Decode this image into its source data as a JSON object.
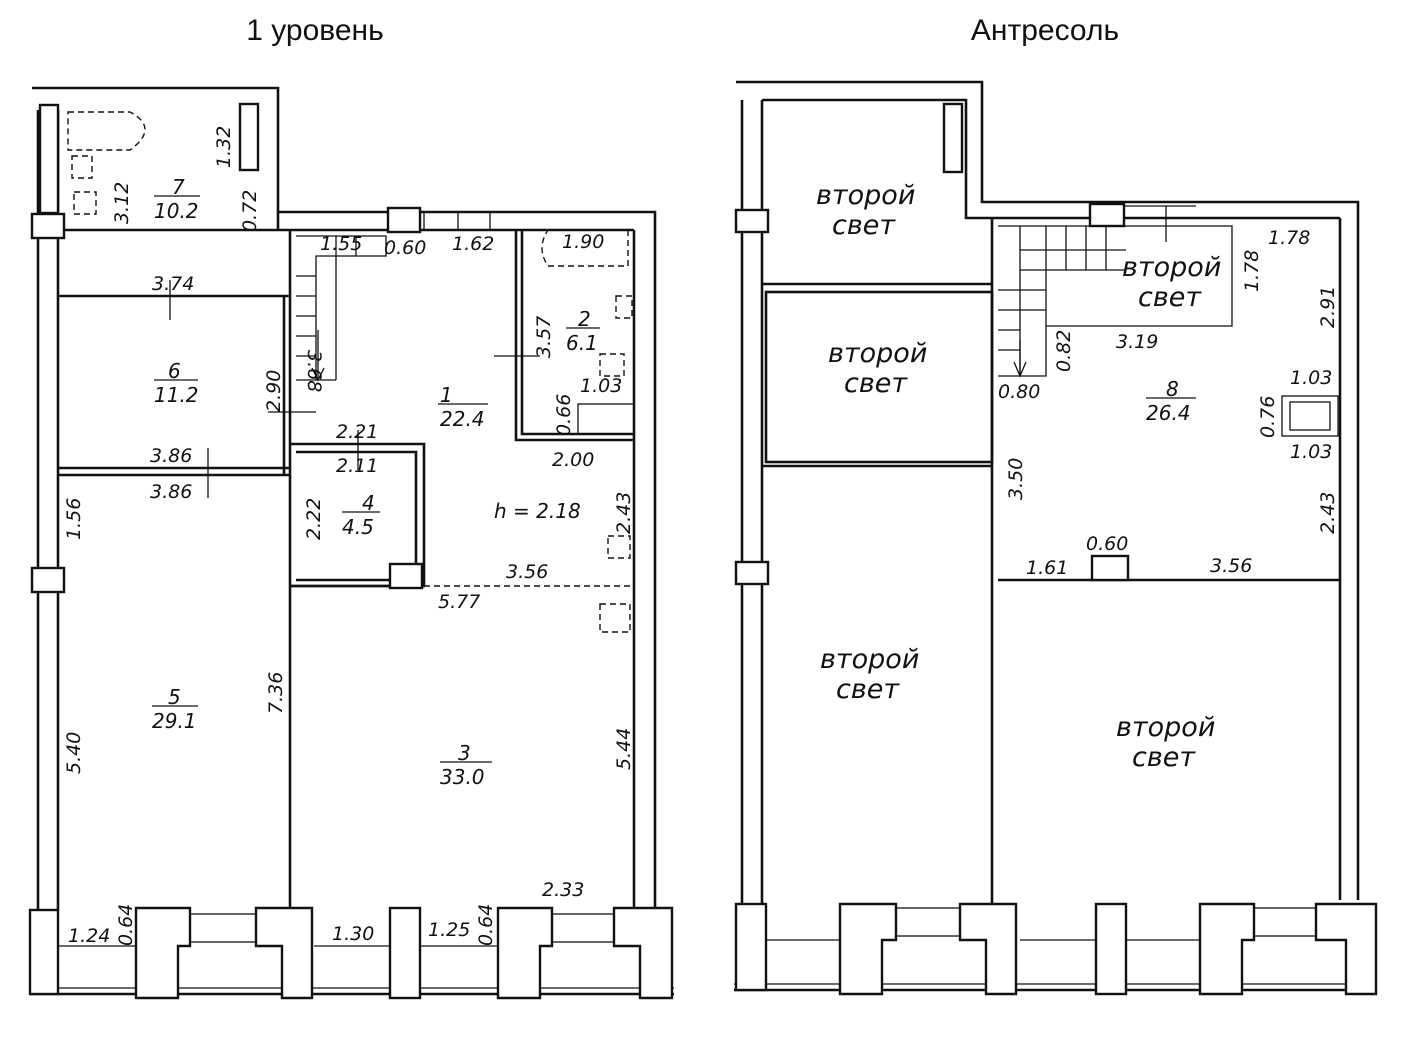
{
  "titles": {
    "level1": "1 уровень",
    "mezzanine": "Антресоль"
  },
  "level1": {
    "rooms": [
      {
        "num": "1",
        "area": "22.4"
      },
      {
        "num": "2",
        "area": "6.1"
      },
      {
        "num": "3",
        "area": "33.0"
      },
      {
        "num": "4",
        "area": "4.5"
      },
      {
        "num": "5",
        "area": "29.1"
      },
      {
        "num": "6",
        "area": "11.2"
      },
      {
        "num": "7",
        "area": "10.2"
      }
    ],
    "height_note": "h = 2.18",
    "dims": [
      "1.32",
      "3.12",
      "0.72",
      "1.55",
      "0.60",
      "1.62",
      "1.90",
      "3.74",
      "3.68",
      "3.57",
      "2.90",
      "1.03",
      "0.66",
      "2.21",
      "2.11",
      "3.86",
      "3.86",
      "2.00",
      "2.22",
      "2.43",
      "1.56",
      "3.56",
      "5.77",
      "7.36",
      "5.40",
      "5.44",
      "2.33",
      "1.24",
      "0.64",
      "1.30",
      "1.25",
      "0.64"
    ]
  },
  "mezzanine": {
    "rooms": [
      {
        "num": "8",
        "area": "26.4"
      }
    ],
    "second_light": "второй свет",
    "dims": [
      "1.78",
      "1.78",
      "2.91",
      "0.82",
      "3.19",
      "0.80",
      "1.03",
      "0.76",
      "1.03",
      "3.50",
      "2.43",
      "0.60",
      "1.61",
      "3.56"
    ]
  }
}
